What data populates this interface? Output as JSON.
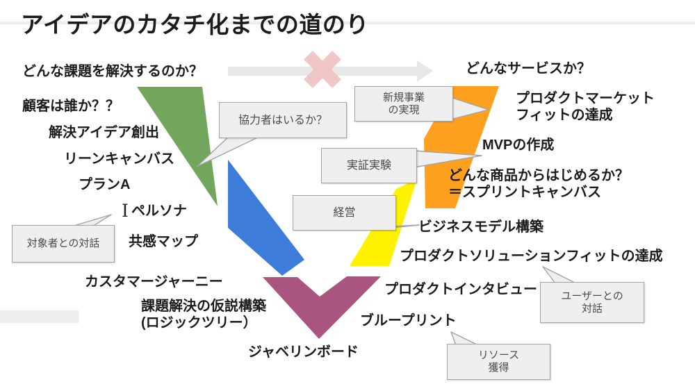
{
  "title": "アイデアのカタチ化までの道のり",
  "top": {
    "left_question": "どんな課題を解決するのか？",
    "right_question": "どんなサービスか？"
  },
  "left_labels": {
    "customer": "顧客は誰か？？",
    "idea": "解決アイデア創出",
    "lean_canvas": "リーンキャンバス",
    "plan_a": "プランA",
    "persona": "ペルソナ",
    "empathy_map": "共感マップ",
    "customer_journey": "カスタマージャーニー",
    "hypothesis_line1": "課題解決の仮説構築",
    "hypothesis_line2": "(ロジックツリー）",
    "javelin_board": "ジャベリンボード"
  },
  "right_labels": {
    "pmf_line1": "プロダクトマーケット",
    "pmf_line2": "フィットの達成",
    "mvp": "MVPの作成",
    "product_line1": "どんな商品からはじめるか？",
    "product_line2": "＝スプリントキャンバス",
    "business_model": "ビジネスモデル構築",
    "psf": "プロダクトソリューションフィットの達成",
    "product_interview": "プロダクトインタビュー",
    "blueprint": "ブループリント"
  },
  "bubbles": {
    "collaborator": "協力者はいるか？",
    "new_business_line1": "新規事業",
    "new_business_line2": "の実現",
    "poc": "実証実験",
    "management": "経営",
    "target_dialogue": "対象者との対話",
    "user_dialogue_line1": "ユーザーとの",
    "user_dialogue_line2": "対話",
    "resource_line1": "リソース",
    "resource_line2": "獲得"
  },
  "colors": {
    "green": "#72A65C",
    "blue": "#3D7CD8",
    "yellow": "#FFF100",
    "orange": "#FFA01E",
    "purple": "#A9557F",
    "arrow_gray": "#E8E8E8",
    "x_pink": "#F0C6C6",
    "bubble_fill": "#EFEFEF",
    "bubble_border": "#A3A3A3"
  }
}
